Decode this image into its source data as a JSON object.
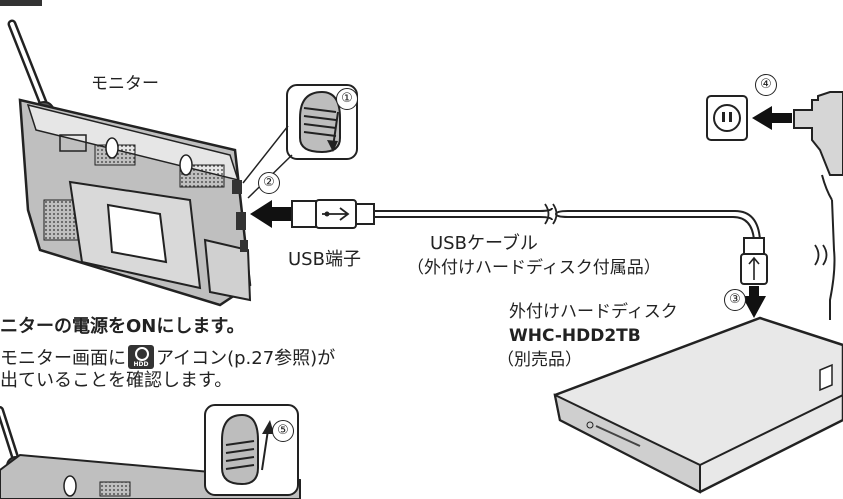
{
  "labels": {
    "monitor": "モニター",
    "usb_port": "USB端子",
    "cable_name": "USBケーブル",
    "cable_note": "（外付けハードディスク付属品）",
    "hdd_name": "外付けハードディスク",
    "hdd_model": "WHC-HDD2TB",
    "hdd_note": "（別売品）"
  },
  "instructions": {
    "step_title": "ニターの電源をONにします。",
    "step_line1_pre": "モニター画面に",
    "step_line1_post": "アイコン(p.27参照)が",
    "step_line2": "出ていることを確認します。"
  },
  "step_markers": {
    "s1": "①",
    "s2": "②",
    "s3": "③",
    "s4": "④",
    "s5": "⑤"
  },
  "icons": [
    "hdd-icon",
    "switch-icon",
    "plug-icon",
    "usb-icon",
    "arrow-icon"
  ]
}
